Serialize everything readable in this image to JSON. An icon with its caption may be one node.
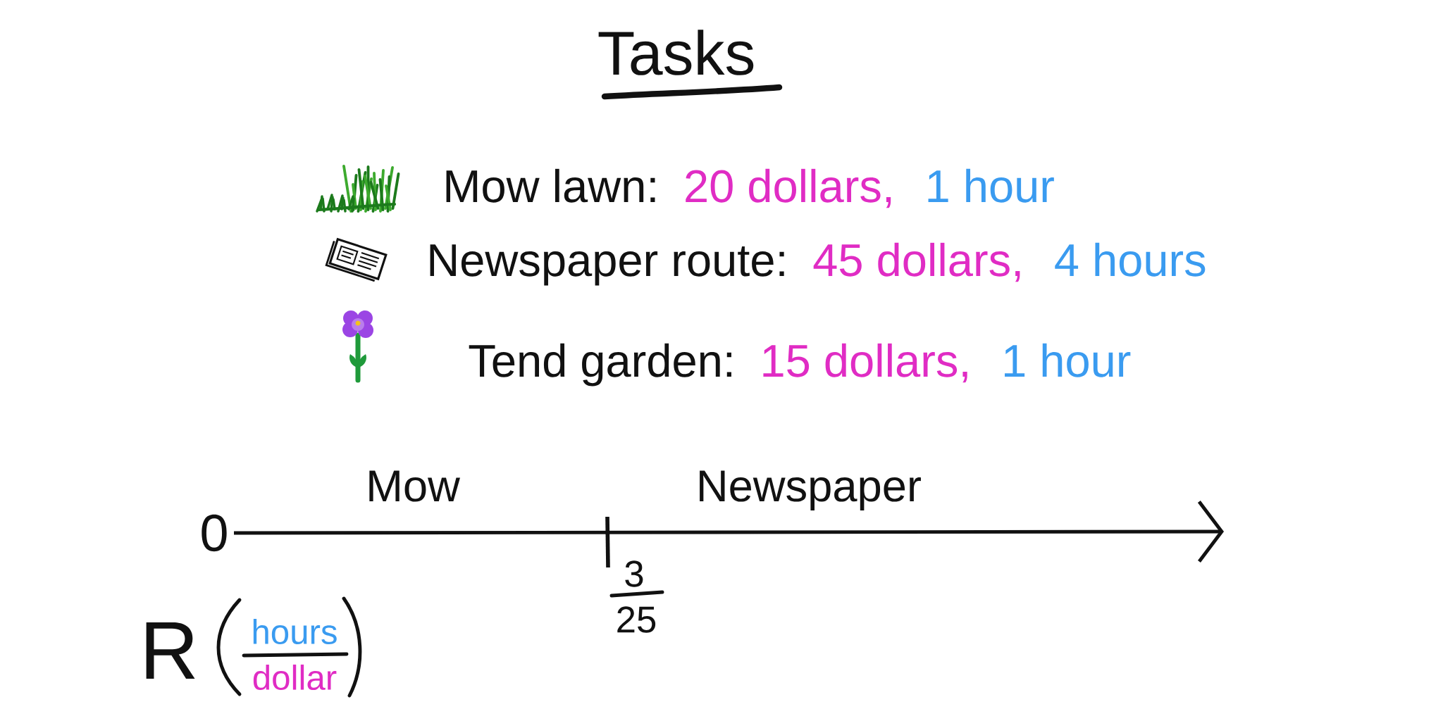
{
  "diagram": {
    "title": "Tasks",
    "labels": [
      "Mow lawn:",
      "20 dollars,",
      "1 hour",
      "Newspaper route:",
      "45 dollars,",
      "4 hours",
      "Tend garden:",
      "15 dollars,",
      "1 hour",
      "Mow",
      "Newspaper",
      "0",
      "3",
      "25",
      "R",
      "hours",
      "dollar"
    ]
  }
}
